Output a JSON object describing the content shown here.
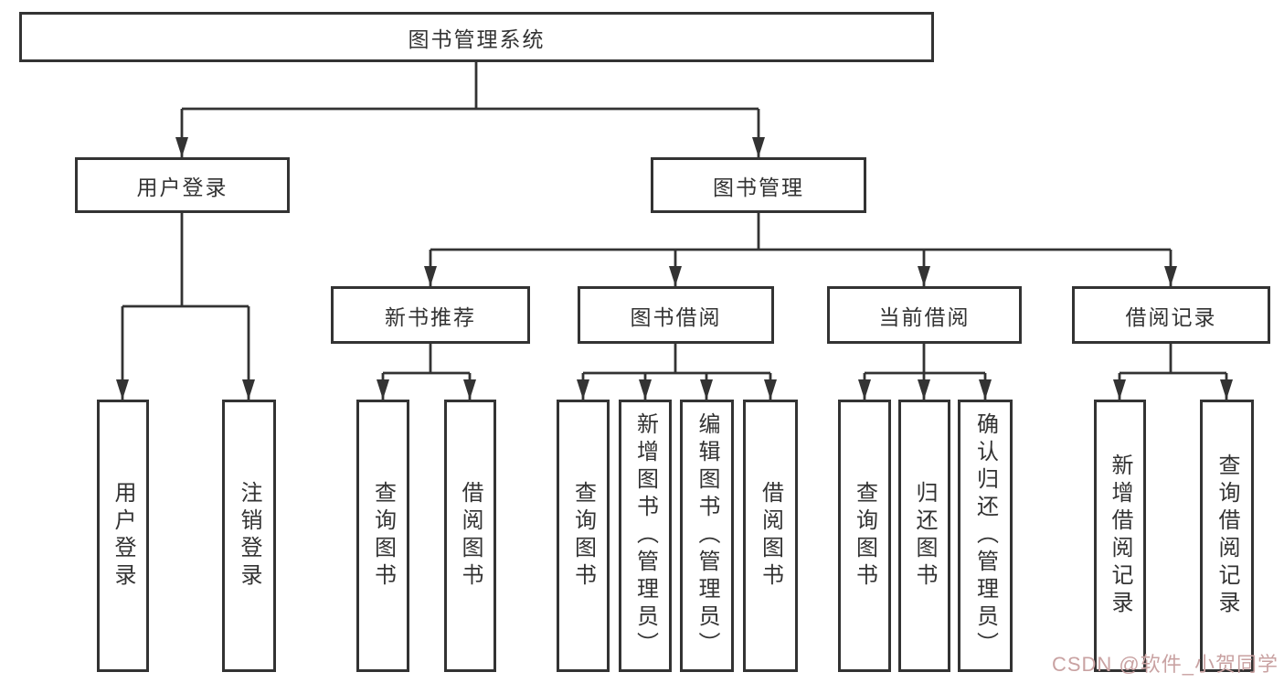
{
  "tree": {
    "label": "图书管理系统",
    "children": [
      {
        "label": "用户登录",
        "children": [
          {
            "label": "用户登录"
          },
          {
            "label": "注销登录"
          }
        ]
      },
      {
        "label": "图书管理",
        "children": [
          {
            "label": "新书推荐",
            "children": [
              {
                "label": "查询图书"
              },
              {
                "label": "借阅图书"
              }
            ]
          },
          {
            "label": "图书借阅",
            "children": [
              {
                "label": "查询图书"
              },
              {
                "label": "新增图书（管理员）"
              },
              {
                "label": "编辑图书（管理员）"
              },
              {
                "label": "借阅图书"
              }
            ]
          },
          {
            "label": "当前借阅",
            "children": [
              {
                "label": "查询图书"
              },
              {
                "label": "归还图书"
              },
              {
                "label": "确认归还（管理员）"
              }
            ]
          },
          {
            "label": "借阅记录",
            "children": [
              {
                "label": "新增借阅记录"
              },
              {
                "label": "查询借阅记录"
              }
            ]
          }
        ]
      }
    ]
  },
  "watermark": {
    "text": "CSDN @软件_小贺同学",
    "color": "#c9a2a2"
  },
  "colors": {
    "line": "#333333",
    "box_border": "#333333",
    "box_background": "#ffffff",
    "text": "#333333"
  }
}
